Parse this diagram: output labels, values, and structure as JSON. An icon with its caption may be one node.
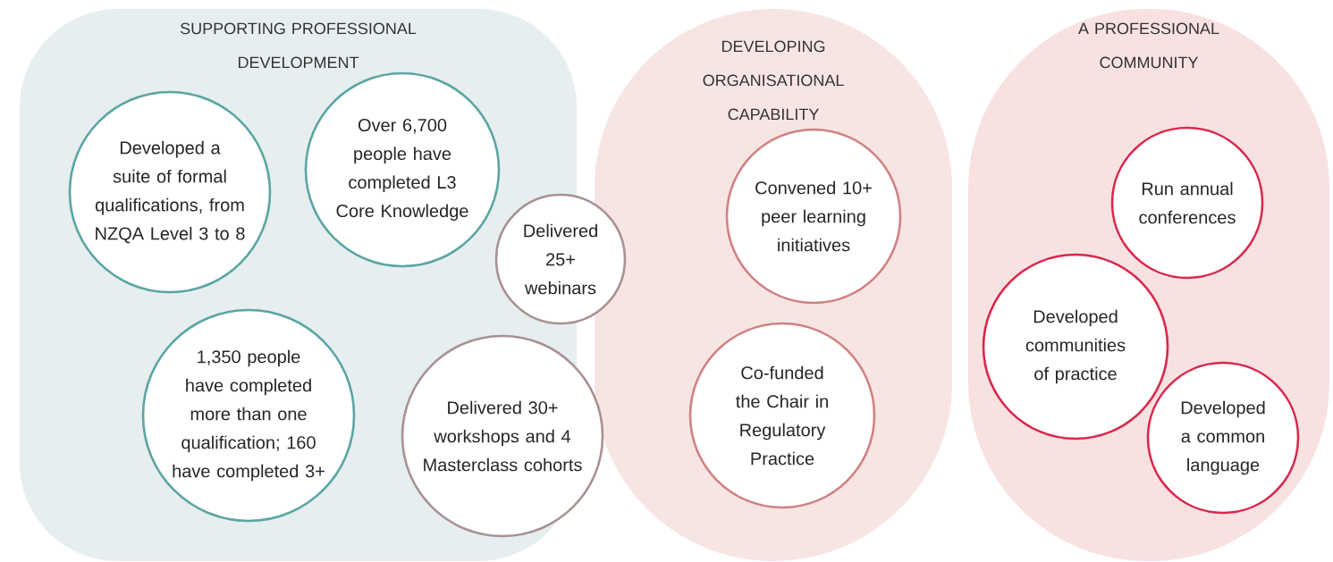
{
  "diagram": {
    "nodes": [
      {
        "text": [
          "SUPPORTING PROFESSIONAL DEVELOPMENT"
        ]
      },
      {
        "text": [
          "DEVELOPING ORGANISATIONAL CAPABILITY"
        ]
      },
      {
        "text": [
          "A PROFESSIONAL COMMUNITY"
        ]
      },
      {
        "text": [
          "Developed a suite of formal qualifications, from NZQA Level 3 to 8"
        ],
        "in": 0
      },
      {
        "text": [
          "Over 6,700 people have completed L3 Core Knowledge"
        ],
        "in": 0
      },
      {
        "text": [
          "Delivered 25+ webinars"
        ]
      },
      {
        "text": [
          "1,350 people have completed more than one qualification; 160 have completed 3+"
        ],
        "in": 0
      },
      {
        "text": [
          "Delivered 30+ workshops and 4 Masterclass cohorts"
        ]
      },
      {
        "text": [
          "Convened 10+ peer learning initiatives"
        ],
        "in": 1
      },
      {
        "text": [
          "Co-funded the Chair in Regulatory Practice"
        ],
        "in": 1
      },
      {
        "text": [
          "Run annual conferences"
        ],
        "in": 2
      },
      {
        "text": [
          "Developed communities of practice"
        ],
        "in": 2
      },
      {
        "text": [
          "Developed a common language"
        ],
        "in": 2
      }
    ]
  }
}
